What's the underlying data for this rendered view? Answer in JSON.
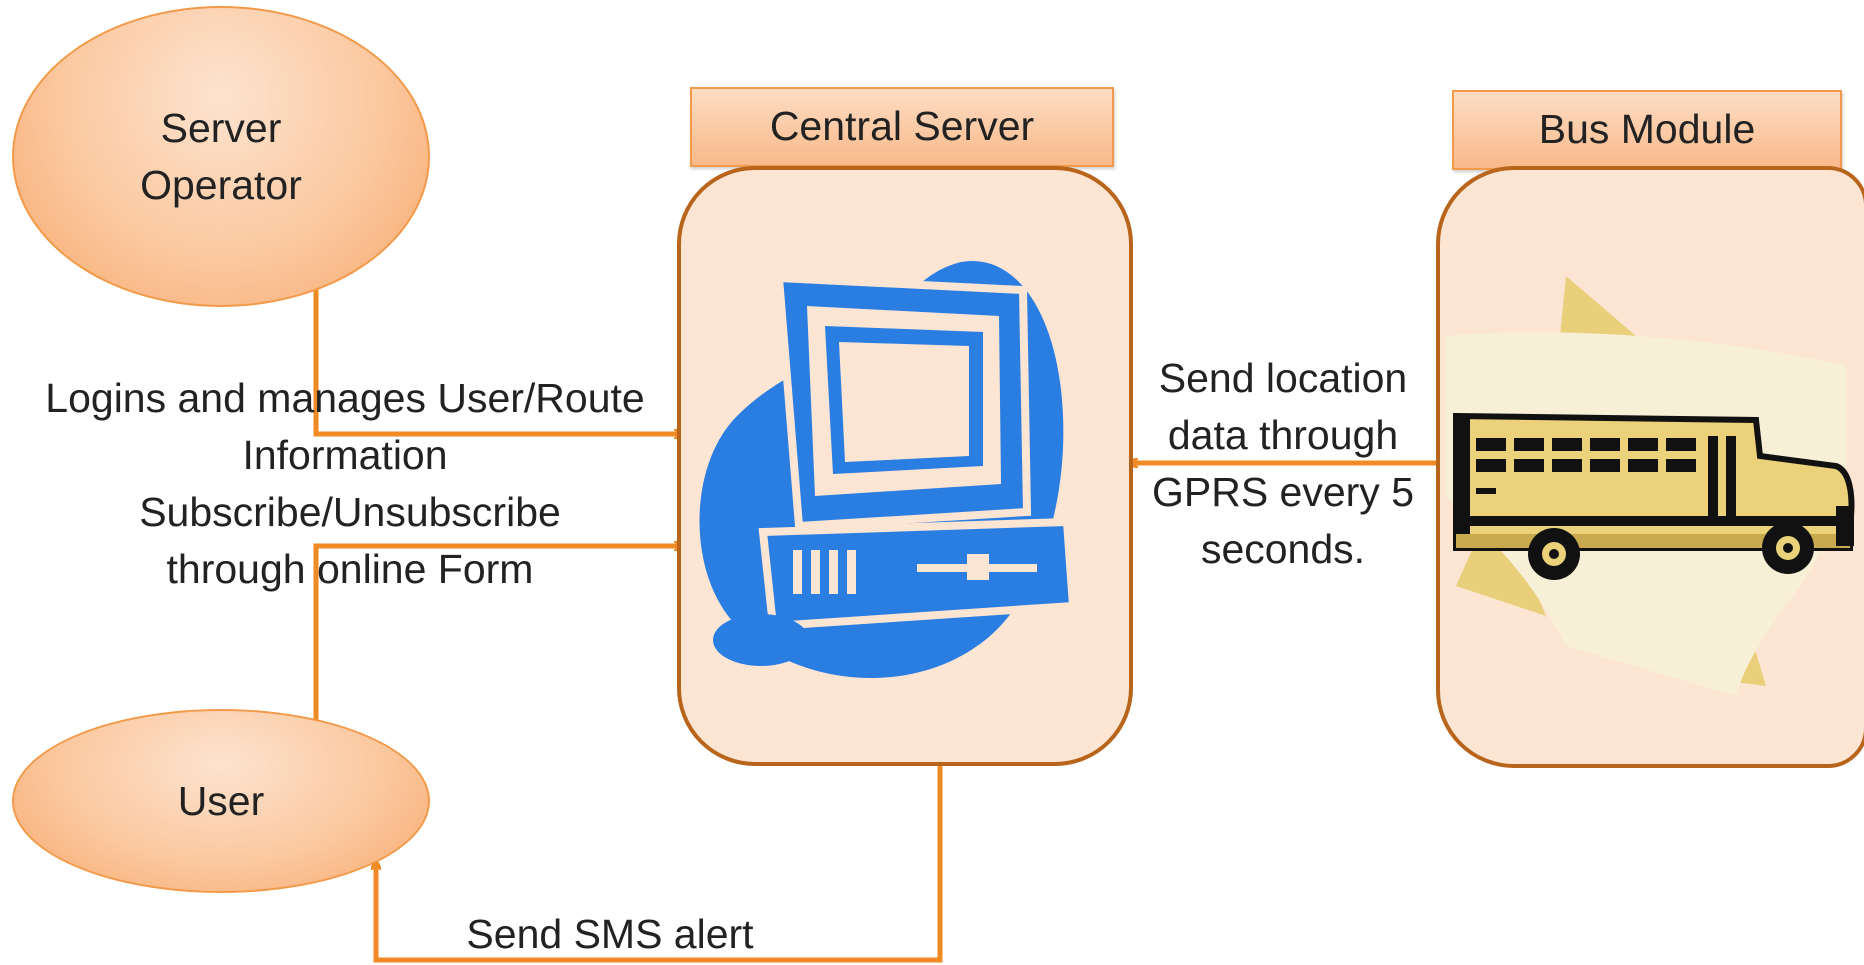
{
  "nodes": {
    "server_operator": {
      "line1": "Server",
      "line2": "Operator"
    },
    "user": {
      "label": "User"
    },
    "central_server": {
      "title": "Central Server"
    },
    "bus_module": {
      "title": "Bus Module"
    }
  },
  "edges": {
    "operator_to_server": {
      "line1": "Logins and manages User/Route",
      "line2": "Information"
    },
    "user_to_server": {
      "line1": "Subscribe/Unsubscribe",
      "line2": "through online Form"
    },
    "bus_to_server": {
      "line1": "Send location",
      "line2": "data through",
      "line3": "GPRS every 5",
      "line4": "seconds."
    },
    "server_to_user": {
      "label": "Send SMS alert"
    }
  },
  "colors": {
    "connector": "#f08a24",
    "panel_fill": "#fde5d4",
    "panel_border": "#b8651b",
    "computer_blue": "#2a7de1",
    "bus_yellow": "#e9cf7a"
  },
  "icons": {
    "central_server": "desktop-computer-icon",
    "bus_module": "school-bus-icon"
  }
}
